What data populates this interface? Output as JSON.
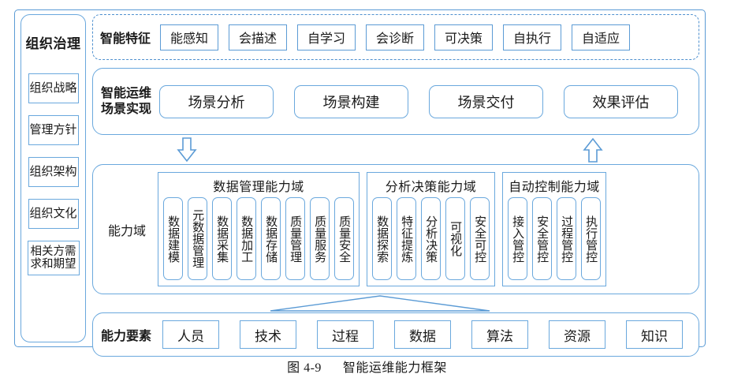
{
  "caption": {
    "figure_no": "图 4-9",
    "title": "智能运维能力框架"
  },
  "colors": {
    "line": "#5b9bd5",
    "line_soft": "#6aa8dd",
    "dashed": "#4f90cf",
    "text": "#1a1a1a",
    "background": "#ffffff"
  },
  "governance": {
    "header": "组织治理",
    "items": [
      {
        "label": "组织战略"
      },
      {
        "label": "管理方针"
      },
      {
        "label": "组织架构"
      },
      {
        "label": "组织文化"
      },
      {
        "label": "相关方需求和期望"
      }
    ]
  },
  "feature_row": {
    "label": "智能特征",
    "items": [
      {
        "label": "能感知"
      },
      {
        "label": "会描述"
      },
      {
        "label": "自学习"
      },
      {
        "label": "会诊断"
      },
      {
        "label": "可决策"
      },
      {
        "label": "自执行"
      },
      {
        "label": "自适应"
      }
    ]
  },
  "scene_row": {
    "label_line1": "智能运维",
    "label_line2": "场景实现",
    "items": [
      {
        "label": "场景分析"
      },
      {
        "label": "场景构建"
      },
      {
        "label": "场景交付"
      },
      {
        "label": "效果评估"
      }
    ]
  },
  "capability_row": {
    "label": "能力域",
    "groups": [
      {
        "title": "数据管理能力域",
        "cells": [
          {
            "label": "数据建模"
          },
          {
            "label": "元数据管理"
          },
          {
            "label": "数据采集"
          },
          {
            "label": "数据加工"
          },
          {
            "label": "数据存储"
          },
          {
            "label": "质量管理"
          },
          {
            "label": "质量服务"
          },
          {
            "label": "质量安全"
          }
        ]
      },
      {
        "title": "分析决策能力域",
        "cells": [
          {
            "label": "数据探索"
          },
          {
            "label": "特征提炼"
          },
          {
            "label": "分析决策"
          },
          {
            "label": "可视化"
          },
          {
            "label": "安全可控"
          }
        ]
      },
      {
        "title": "自动控制能力域",
        "cells": [
          {
            "label": "接入管控"
          },
          {
            "label": "安全管控"
          },
          {
            "label": "过程管控"
          },
          {
            "label": "执行管控"
          }
        ]
      }
    ]
  },
  "element_row": {
    "label": "能力要素",
    "items": [
      {
        "label": "人员"
      },
      {
        "label": "技术"
      },
      {
        "label": "过程"
      },
      {
        "label": "数据"
      },
      {
        "label": "算法"
      },
      {
        "label": "资源"
      },
      {
        "label": "知识"
      }
    ]
  },
  "connectors": {
    "down_arrow": "arrow-down-icon",
    "up_arrow": "arrow-up-icon",
    "fan_triangle": "fan-triangle-icon"
  }
}
